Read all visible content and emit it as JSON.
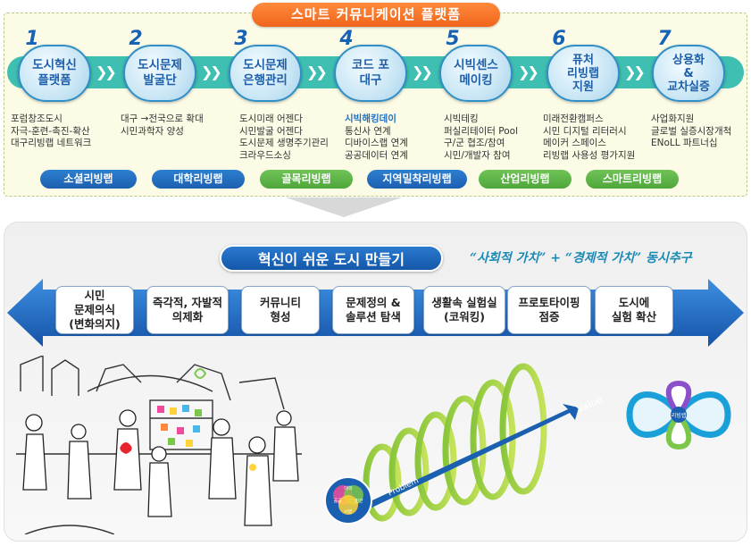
{
  "platform_title": "스마트 커뮤니케이션 플랫폼",
  "steps": [
    {
      "num": "1",
      "label_l1": "도시혁신",
      "label_l2": "플랫폼",
      "label_l3": "",
      "desc": [
        "포럼창조도시",
        "자극-훈련-촉진-확산",
        "대구리빙랩 네트워크"
      ]
    },
    {
      "num": "2",
      "label_l1": "도시문제",
      "label_l2": "발굴단",
      "label_l3": "",
      "desc": [
        "대구 →전국으로 확대",
        "시민과학자 양성"
      ]
    },
    {
      "num": "3",
      "label_l1": "도시문제",
      "label_l2": "은행관리",
      "label_l3": "",
      "desc": [
        "도시미래 어젠다",
        "시민발굴 어젠다",
        "도시문제 생명주기관리",
        "크라우드소싱"
      ]
    },
    {
      "num": "4",
      "label_l1": "코드 포",
      "label_l2": "대구",
      "label_l3": "",
      "desc_hl": "시빅해킹데이",
      "desc": [
        "통신사 연계",
        "디바이스랩 연계",
        "공공데이터 연계"
      ]
    },
    {
      "num": "5",
      "label_l1": "시빅센스",
      "label_l2": "메이킹",
      "label_l3": "",
      "desc": [
        "시빅테킹",
        "퍼실리테이터 Pool",
        "구/군 협조/참여",
        "시민/개발자 참여"
      ]
    },
    {
      "num": "6",
      "label_l1": "퓨처",
      "label_l2": "리빙랩",
      "label_l3": "지원",
      "desc": [
        "미래전환캠퍼스",
        "시민 디지털 리터러시",
        "메이커 스페이스",
        "리빙랩 사용성 평가지원"
      ]
    },
    {
      "num": "7",
      "label_l1": "상용화",
      "label_l2": "&",
      "label_l3": "교차실증",
      "desc": [
        "사업화지원",
        "글로벌 실증시장개척",
        "ENoLL 파트너십"
      ]
    }
  ],
  "labs": [
    {
      "label": "소셜리빙랩",
      "color": "#1c5fb0"
    },
    {
      "label": "대학리빙랩",
      "color": "#1c5fb0"
    },
    {
      "label": "골목리빙랩",
      "color": "#4ea73b"
    },
    {
      "label": "지역밀착리빙랩",
      "color": "#1c5fb0"
    },
    {
      "label": "산업리빙랩",
      "color": "#4ea73b"
    },
    {
      "label": "스마트리빙랩",
      "color": "#4ea73b"
    }
  ],
  "slogan": "혁신이 쉬운 도시 만들기",
  "value_text": "“사회적 가치” + “경제적 가치” 동시추구",
  "stages": [
    {
      "l1": "시민",
      "l2": "문제의식",
      "l3": "(변화의지)"
    },
    {
      "l1": "즉각적, 자발적",
      "l2": "의제화",
      "l3": ""
    },
    {
      "l1": "커뮤니티",
      "l2": "형성",
      "l3": ""
    },
    {
      "l1": "문제정의 &",
      "l2": "솔루션 탐색",
      "l3": ""
    },
    {
      "l1": "생활속 실험실",
      "l2": "(코워킹)",
      "l3": ""
    },
    {
      "l1": "프로토타이핑",
      "l2": "점증",
      "l3": ""
    },
    {
      "l1": "도시에",
      "l2": "실험 확산",
      "l3": ""
    }
  ],
  "spiral": {
    "problem_label": "Problem",
    "value_label": "Value",
    "venn": [
      "대학",
      "공공",
      "민간",
      "시민"
    ]
  },
  "logo_text": "리빙랩"
}
